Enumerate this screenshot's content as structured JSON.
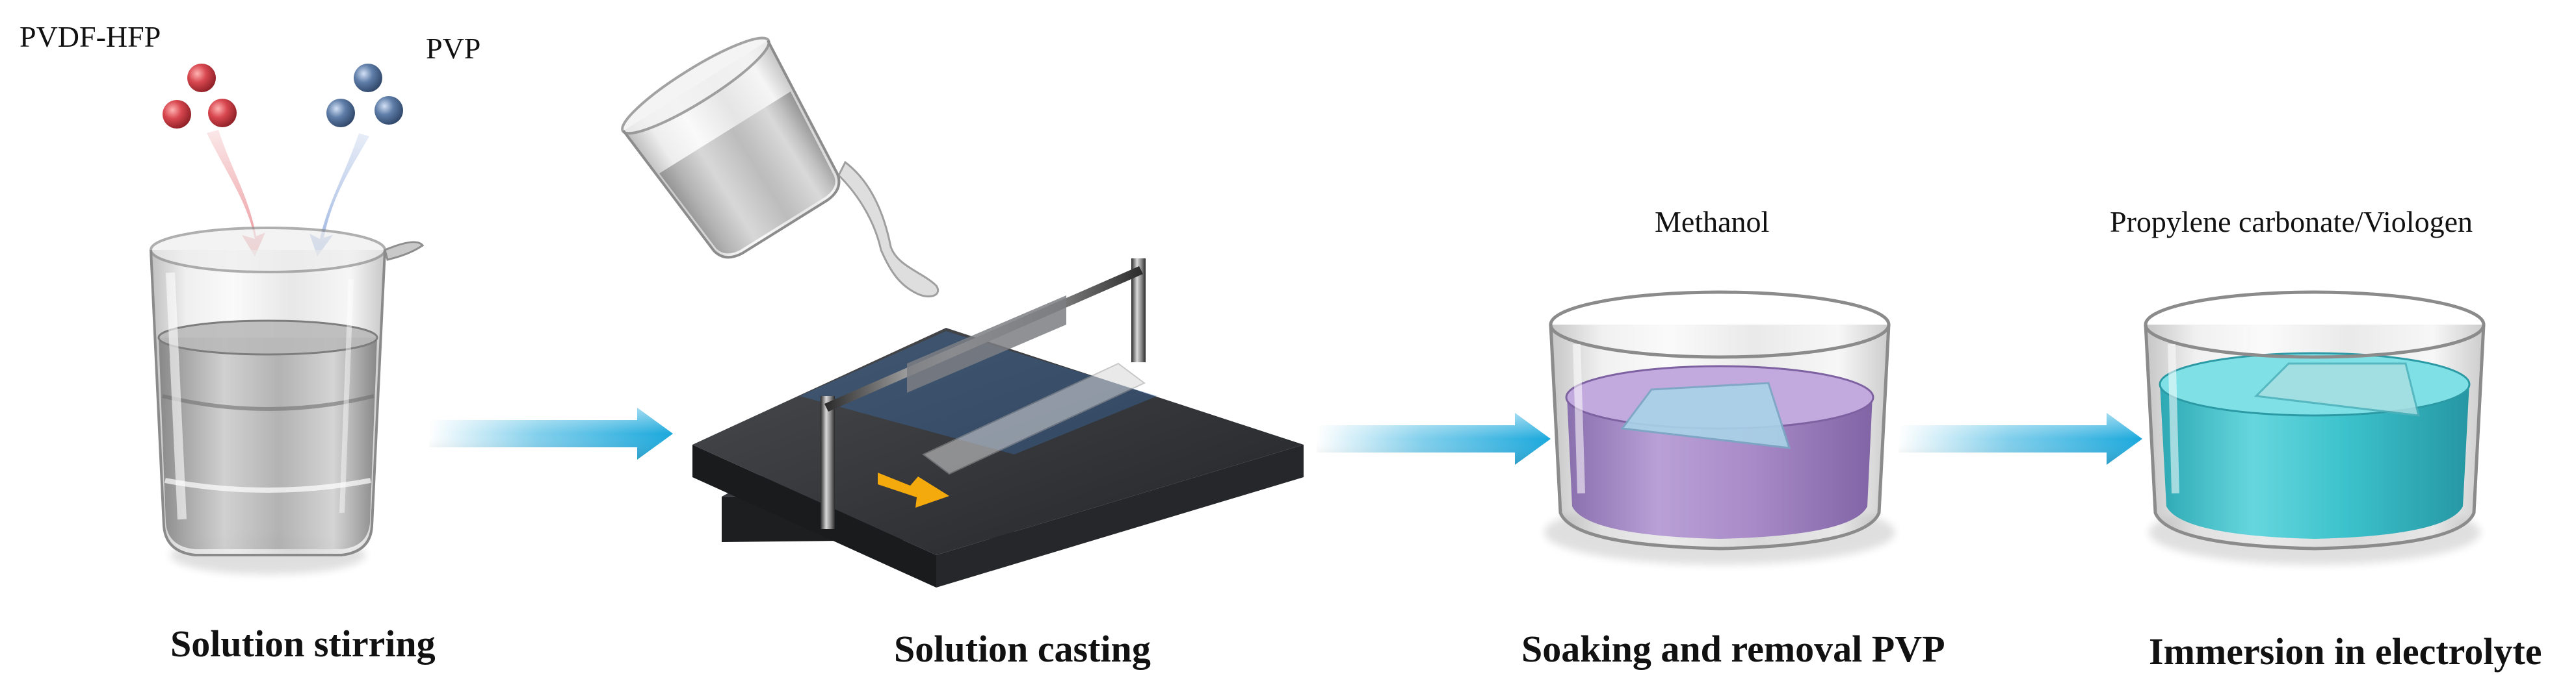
{
  "labels": {
    "pvdf_hfp": "PVDF-HFP",
    "pvp": "PVP",
    "methanol": "Methanol",
    "electrolyte_solvent": "Propylene carbonate/Viologen"
  },
  "steps": [
    {
      "label": "Solution stirring"
    },
    {
      "label": "Solution casting"
    },
    {
      "label": "Soaking and removal PVP"
    },
    {
      "label": "Immersion in electrolyte"
    }
  ],
  "colors": {
    "pvdf_particle": "#d8474f",
    "pvp_particle": "#5e7da8",
    "flow_arrow": "#1aa8dc",
    "methanol_liquid": "#a98bc8",
    "electrolyte_liquid": "#3cc2cc",
    "casting_plate": "#2b2d30",
    "casting_direction": "#f4a90c"
  },
  "icons": [
    "beaker-icon",
    "pouring-beaker-icon",
    "casting-plate-icon",
    "methanol-dish-icon",
    "electrolyte-dish-icon"
  ]
}
